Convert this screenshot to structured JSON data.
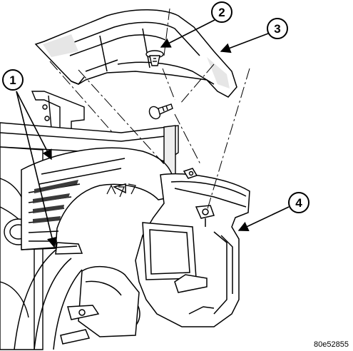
{
  "callouts": [
    {
      "label": "1"
    },
    {
      "label": "2"
    },
    {
      "label": "3"
    },
    {
      "label": "4"
    }
  ],
  "figure_id": "80e52855",
  "colors": {
    "line": "#000000",
    "fill": "#ffffff",
    "shade": "#e6e6e6",
    "dark": "#3a3a3a"
  }
}
